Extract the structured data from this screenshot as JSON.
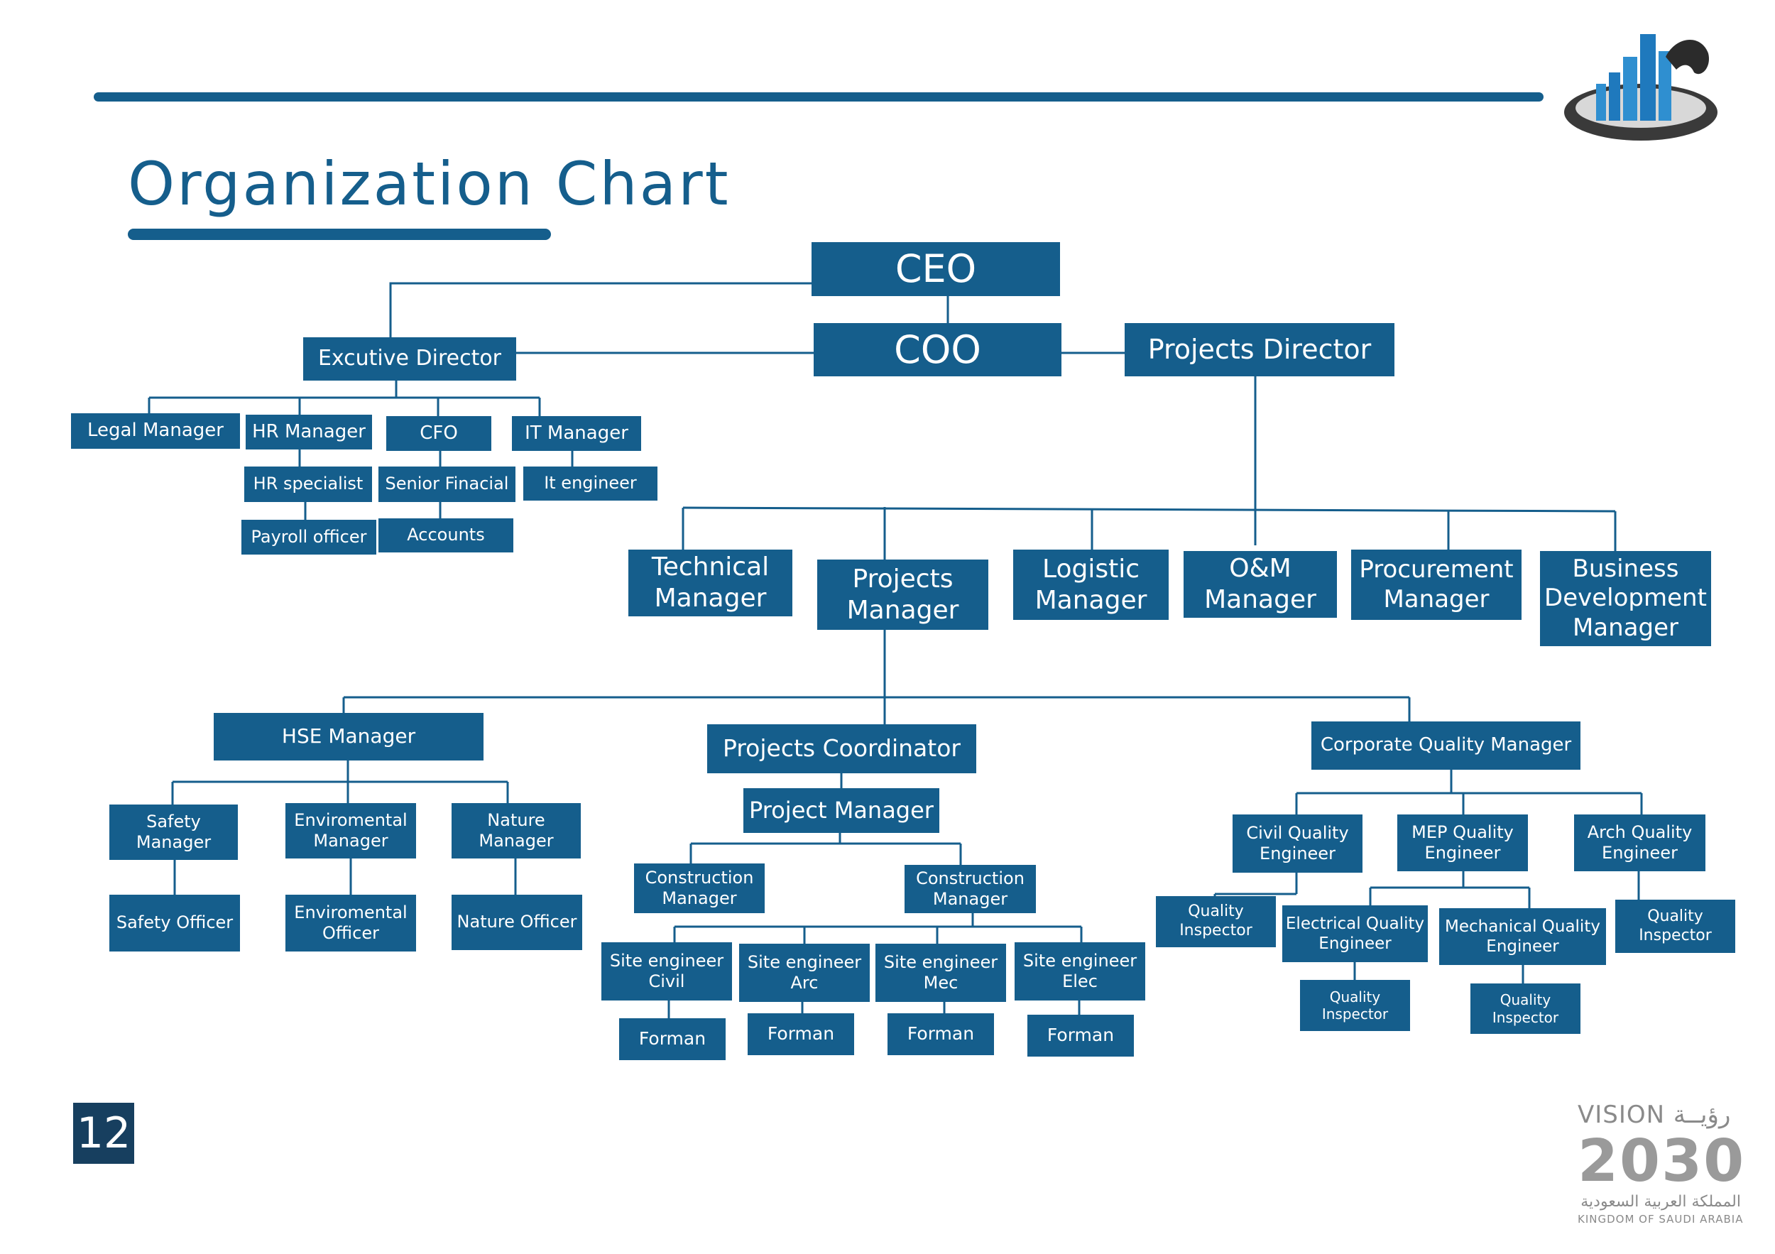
{
  "title": "Organization Chart",
  "page_number": "12",
  "vision": {
    "line1": "VISION رؤيــة",
    "line2": "2030",
    "line3": "المملكة العربية السعودية",
    "line4": "KINGDOM OF SAUDI ARABIA"
  },
  "colors": {
    "box": "#155e8c",
    "line": "#155e8c",
    "title": "#155e8c",
    "page_badge": "#173f5f"
  },
  "icons": {
    "logo": "building-logo-icon",
    "vision": "vision-2030-logo"
  },
  "nodes": [
    {
      "id": "ceo",
      "label": "CEO"
    },
    {
      "id": "coo",
      "label": "COO"
    },
    {
      "id": "exec",
      "label": "Excutive Director"
    },
    {
      "id": "projdir",
      "label": "Projects Director"
    },
    {
      "id": "legal",
      "label": "Legal Manager"
    },
    {
      "id": "hr",
      "label": "HR Manager"
    },
    {
      "id": "cfo",
      "label": "CFO"
    },
    {
      "id": "it",
      "label": "IT Manager"
    },
    {
      "id": "hrspec",
      "label": "HR specialist"
    },
    {
      "id": "seniorfin",
      "label": "Senior Finacial"
    },
    {
      "id": "iteng",
      "label": "It engineer"
    },
    {
      "id": "payroll",
      "label": "Payroll  officer"
    },
    {
      "id": "accounts",
      "label": "Accounts"
    },
    {
      "id": "tech",
      "label": "Technical\nManager"
    },
    {
      "id": "projmgr",
      "label": "Projects\nManager"
    },
    {
      "id": "logistic",
      "label": "Logistic\nManager"
    },
    {
      "id": "om",
      "label": "O&M\nManager"
    },
    {
      "id": "procure",
      "label": "Procurement\nManager"
    },
    {
      "id": "bizdev",
      "label": "Business\nDevelopment\nManager"
    },
    {
      "id": "hse",
      "label": "HSE Manager"
    },
    {
      "id": "projcoord",
      "label": "Projects Coordinator"
    },
    {
      "id": "cqm",
      "label": "Corporate Quality Manager"
    },
    {
      "id": "safetymgr",
      "label": "Safety\nManager"
    },
    {
      "id": "envmgr",
      "label": "Enviromental\nManager"
    },
    {
      "id": "naturemgr",
      "label": "Nature\nManager"
    },
    {
      "id": "safetyoff",
      "label": "Safety Officer"
    },
    {
      "id": "envoff",
      "label": "Enviromental\nOfficer"
    },
    {
      "id": "natureoff",
      "label": "Nature Officer"
    },
    {
      "id": "pm",
      "label": "Project Manager"
    },
    {
      "id": "cm1",
      "label": "Construction\nManager"
    },
    {
      "id": "cm2",
      "label": "Construction\nManager"
    },
    {
      "id": "secivil",
      "label": "Site engineer\nCivil"
    },
    {
      "id": "searc",
      "label": "Site engineer\nArc"
    },
    {
      "id": "semec",
      "label": "Site engineer\nMec"
    },
    {
      "id": "seelec",
      "label": "Site engineer\nElec"
    },
    {
      "id": "forman1",
      "label": "Forman"
    },
    {
      "id": "forman2",
      "label": "Forman"
    },
    {
      "id": "forman3",
      "label": "Forman"
    },
    {
      "id": "forman4",
      "label": "Forman"
    },
    {
      "id": "civilq",
      "label": "Civil Quality\nEngineer"
    },
    {
      "id": "mepq",
      "label": "MEP Quality\nEngineer"
    },
    {
      "id": "archq",
      "label": "Arch Quality\nEngineer"
    },
    {
      "id": "qi1",
      "label": "Quality\nInspector"
    },
    {
      "id": "elecq",
      "label": "Electrical Quality\nEngineer"
    },
    {
      "id": "mechq",
      "label": "Mechanical Quality\nEngineer"
    },
    {
      "id": "qi2",
      "label": "Quality\nInspector"
    },
    {
      "id": "qi3",
      "label": "Quality\nInspector"
    },
    {
      "id": "qi4",
      "label": "Quality\nInspector"
    }
  ]
}
